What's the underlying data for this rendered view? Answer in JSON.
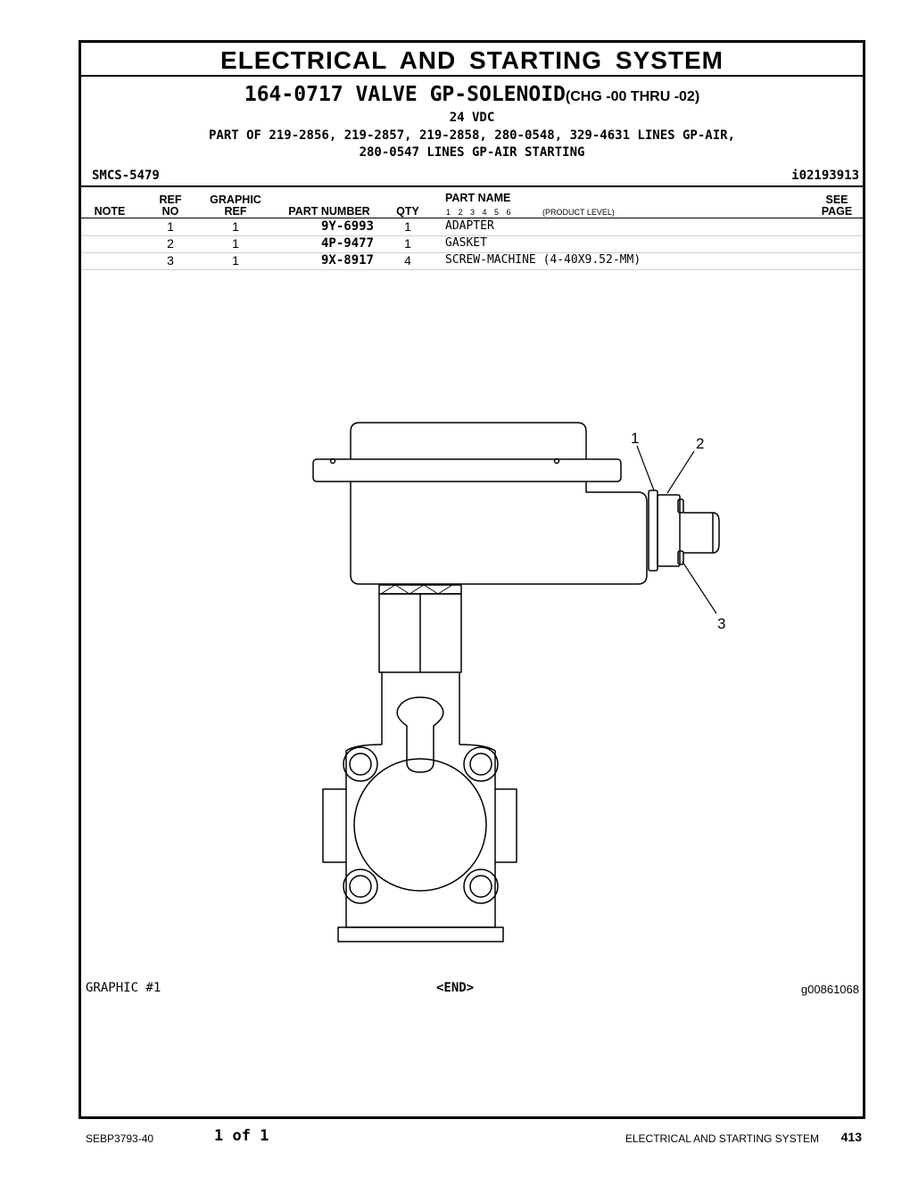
{
  "section_title": "ELECTRICAL AND STARTING SYSTEM",
  "group": {
    "number": "164-0717",
    "name": "VALVE GP-SOLENOID",
    "chg": "(CHG -00 THRU -02)",
    "voltage": "24 VDC",
    "part_of_line1": "PART OF 219-2856, 219-2857, 219-2858, 280-0548, 329-4631 LINES GP-AIR,",
    "part_of_line2": "280-0547 LINES GP-AIR STARTING"
  },
  "smcs": "SMCS-5479",
  "doc_id": "i02193913",
  "table": {
    "headers": {
      "note": "NOTE",
      "ref_top": "REF",
      "ref_bottom": "NO",
      "graphic_top": "GRAPHIC",
      "graphic_bottom": "REF",
      "part_number": "PART NUMBER",
      "qty": "QTY",
      "part_name": "PART NAME",
      "levels": "1 2 3 4 5 6",
      "product_level": "(PRODUCT LEVEL)",
      "see_top": "SEE",
      "see_bottom": "PAGE"
    },
    "rows": [
      {
        "note": "",
        "ref": "1",
        "graphic": "1",
        "part_number": "9Y-6993",
        "qty": "1",
        "name": "ADAPTER",
        "see": ""
      },
      {
        "note": "",
        "ref": "2",
        "graphic": "1",
        "part_number": "4P-9477",
        "qty": "1",
        "name": "GASKET",
        "see": ""
      },
      {
        "note": "",
        "ref": "3",
        "graphic": "1",
        "part_number": "9X-8917",
        "qty": "4",
        "name": "SCREW-MACHINE (4-40X9.52-MM)",
        "see": ""
      }
    ]
  },
  "graphic": {
    "callouts": [
      "1",
      "2",
      "3"
    ],
    "caption": "GRAPHIC #1",
    "end": "<END>",
    "graphic_id": "g00861068"
  },
  "footer": {
    "doc_number": "SEBP3793-40",
    "page_of": "1 of 1",
    "section": "ELECTRICAL AND STARTING SYSTEM",
    "page_number": "413"
  }
}
